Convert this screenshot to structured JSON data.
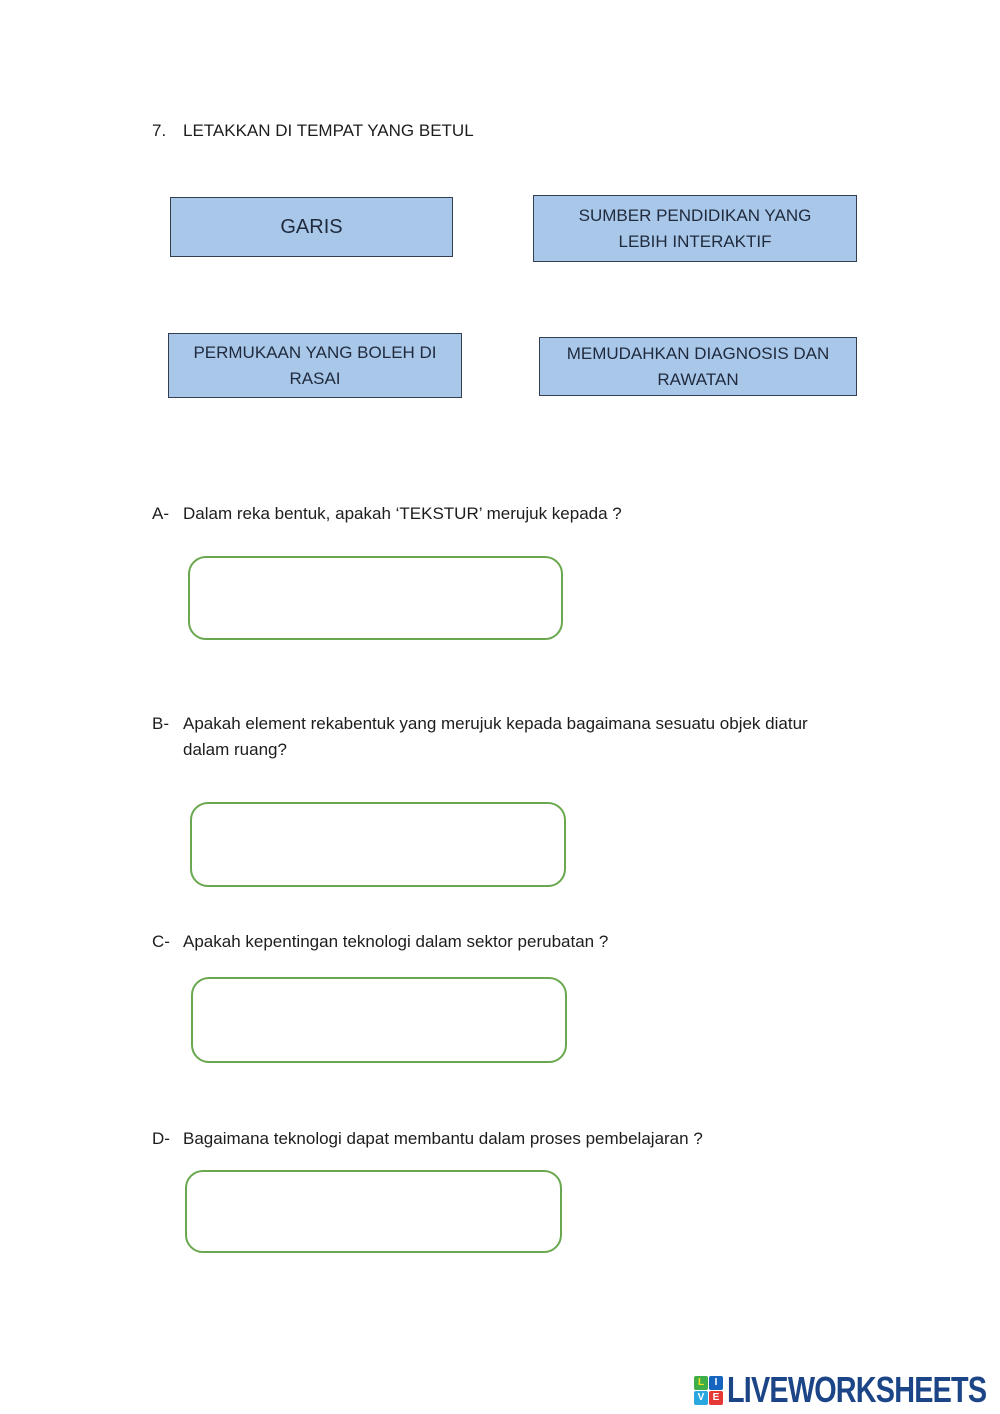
{
  "heading": {
    "number": "7.",
    "title": "LETAKKAN DI TEMPAT YANG BETUL"
  },
  "cards": [
    {
      "label": "GARIS"
    },
    {
      "label": "SUMBER PENDIDIKAN YANG LEBIH INTERAKTIF"
    },
    {
      "label": "PERMUKAAN YANG BOLEH DI RASAI"
    },
    {
      "label": "MEMUDAHKAN DIAGNOSIS DAN RAWATAN"
    }
  ],
  "questions": [
    {
      "letter": "A-",
      "text": "Dalam reka bentuk, apakah ‘TEKSTUR’ merujuk kepada ?"
    },
    {
      "letter": "B-",
      "text": "Apakah element rekabentuk yang merujuk kepada bagaimana sesuatu objek diatur dalam ruang?"
    },
    {
      "letter": "C-",
      "text": "Apakah kepentingan teknologi dalam sektor perubatan ?"
    },
    {
      "letter": "D-",
      "text": "Bagaimana teknologi dapat membantu dalam proses pembelajaran ?"
    }
  ],
  "footer": {
    "brand": "LIVEWORKSHEETS",
    "logo_letters": [
      "L",
      "I",
      "V",
      "E"
    ]
  },
  "colors": {
    "card_fill": "#a9c7e9",
    "card_border": "#333f50",
    "card_text": "#1f2a3d",
    "dropzone_border": "#6aa84f",
    "brand_navy": "#1c4587",
    "logo_green": "#3fae49",
    "logo_blue": "#1565c0",
    "logo_sky": "#29a8e0",
    "logo_red": "#e53935",
    "logo_yellow": "#f7e11e"
  }
}
